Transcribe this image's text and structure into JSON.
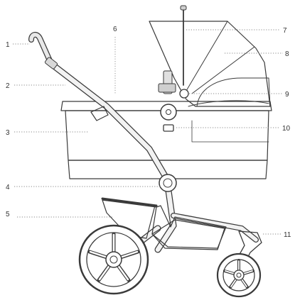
{
  "diagram": {
    "callouts": [
      {
        "number": "1"
      },
      {
        "number": "2"
      },
      {
        "number": "3"
      },
      {
        "number": "4"
      },
      {
        "number": "5"
      },
      {
        "number": "6"
      },
      {
        "number": "7"
      },
      {
        "number": "8"
      },
      {
        "number": "9"
      },
      {
        "number": "10"
      },
      {
        "number": "11"
      }
    ]
  },
  "colors": {
    "ink": "#3a3a3a",
    "fill_light": "#ececec",
    "fill_mid": "#dcdcdc",
    "leader": "#8a8a8a"
  }
}
